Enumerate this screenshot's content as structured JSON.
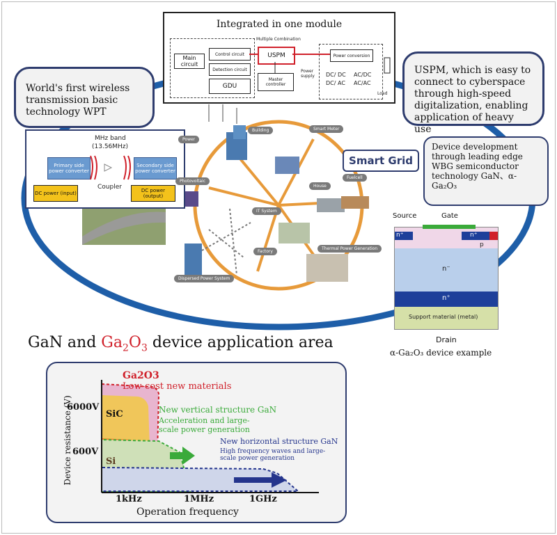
{
  "module": {
    "title": "Integrated in one module",
    "multiple_combination": "Multiple Combination",
    "main_circuit": "Main circuit",
    "control_circuit": "Control circuit",
    "detection_circuit": "Detection circuit",
    "gdu": "GDU",
    "uspm": "USPM",
    "master_controller": "Master controller",
    "power_supply": "Power supply",
    "power_conversion": "Power conversion",
    "dcdc": "DC/ DC",
    "dcac": "DC/ AC",
    "acdc": "AC/DC",
    "acac": "AC/AC",
    "load": "Load"
  },
  "callout_wpt": "World's first wireless transmission basic technology WPT",
  "callout_uspm": "USPM, which is easy to connect to cyberspace through high-speed digitalization, enabling application of heavy use",
  "callout_device": "Device development through leading edge WBG semiconductor technology GaN、α-Ga₂O₃",
  "wpt": {
    "band": "MHz band",
    "freq": "(13.56MHz)",
    "primary": "Primary side power converter",
    "secondary": "Secondary side power converter",
    "coupler": "Coupler",
    "dc_in": "DC power (input)",
    "dc_out": "DC power (output)"
  },
  "smart_grid": {
    "label": "Smart Grid",
    "nodes": [
      "Power",
      "Building",
      "Smart Meter",
      "Photovoltaic",
      "House",
      "Fuelcell",
      "IT System",
      "Factory",
      "Thermal Power Generation",
      "Dispersed Power System"
    ]
  },
  "device": {
    "source": "Source",
    "gate": "Gate",
    "n_plus_left": "n⁺",
    "n_plus_right": "n⁺",
    "p": "p",
    "n_minus": "n⁻",
    "n_plus_sub": "n⁺",
    "support": "Support material (metal)",
    "drain": "Drain",
    "caption": "α-Ga₂O₃ device example"
  },
  "section_heading": {
    "prefix": "GaN and ",
    "material": "Ga",
    "sub1": "2",
    "o": "O",
    "sub2": "3",
    "suffix": " device application area"
  },
  "area_chart": {
    "ga2o3": "Ga2O3",
    "ga2o3_desc": "Low-cost new materials",
    "vertical_title": "New vertical structure GaN",
    "vertical_desc": "Acceleration and large-scale power generation",
    "horizontal_title": "New horizontal structure GaN",
    "horizontal_desc": "High frequency waves and large-scale power generation",
    "sic": "SiC",
    "si": "Si",
    "ylabel": "Device resistance (V)",
    "xlabel": "Operation frequency",
    "yticks": [
      "6000V",
      "600V"
    ],
    "xticks": [
      "1kHz",
      "1MHz",
      "1GHz"
    ]
  },
  "colors": {
    "callout_border": "#2e3c6e",
    "ellipse": "#1e5ea8",
    "ga2o3_red": "#d0202a",
    "gan_green": "#3aaa3a",
    "gan_blue": "#24348c"
  }
}
